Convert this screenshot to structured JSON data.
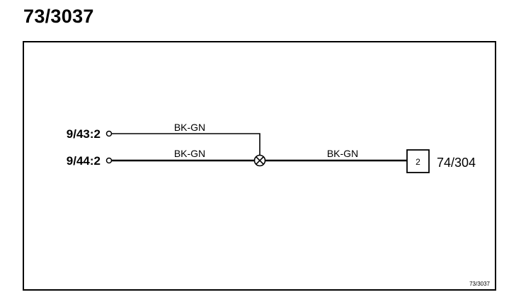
{
  "title": "73/3037",
  "terminals": [
    {
      "id": "t1",
      "label": "9/43:2"
    },
    {
      "id": "t2",
      "label": "9/44:2"
    }
  ],
  "wires": [
    {
      "id": "w1",
      "color_code": "BK-GN"
    },
    {
      "id": "w2",
      "color_code": "BK-GN"
    },
    {
      "id": "w3",
      "color_code": "BK-GN"
    }
  ],
  "connector": {
    "pin": "2",
    "label": "74/304"
  },
  "footer_ref": "73/3037",
  "colors": {
    "line": "#000000",
    "background": "#ffffff"
  }
}
